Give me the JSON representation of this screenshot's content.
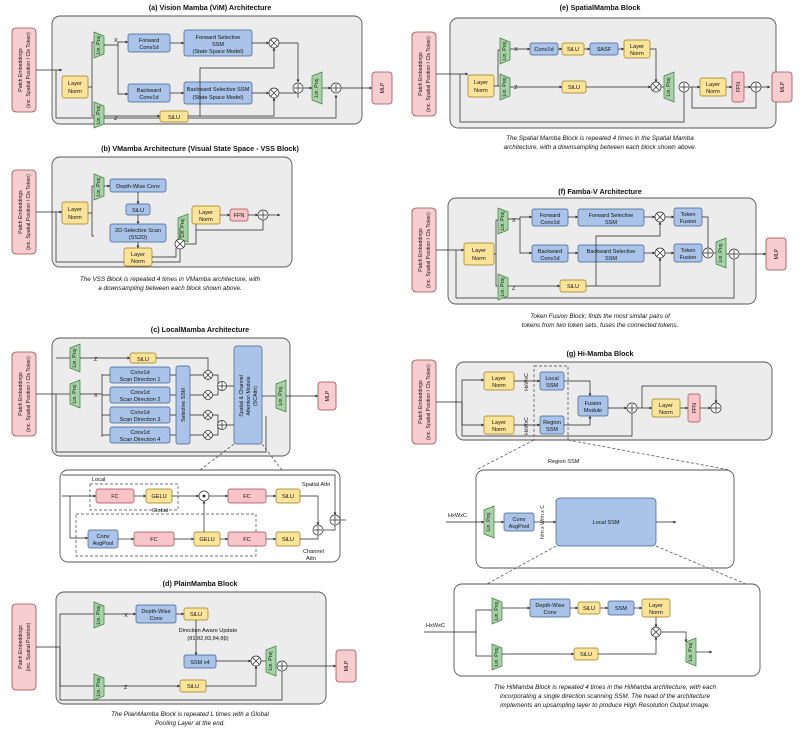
{
  "labels": {
    "embed": "Patch Embeddings",
    "embed_sub_cls": "(inc. Spatial Position / Cls Token)",
    "embed_sub": "(inc. Spatial Position)",
    "lin_proj": "Lin. Proj",
    "layer_norm": "Layer Norm",
    "layer": "Layer",
    "norm": "Norm",
    "silu": "SiLU",
    "mlp": "MLP",
    "ffn": "FFN",
    "x": "X",
    "z": "Z",
    "hxwxc": "HxWxC"
  },
  "a": {
    "title": "(a) Vision Mamba (ViM) Architecture",
    "fwd_conv": [
      "Forward",
      "Conv1d"
    ],
    "bwd_conv": [
      "Backward",
      "Conv1d"
    ],
    "fwd_ssm": [
      "Forward Selective",
      "SSM",
      "(State Space Model)"
    ],
    "bwd_ssm": [
      "Backward Selective SSM",
      "(State Space Model)"
    ]
  },
  "b": {
    "title": "(b) VMamba Architecture (Visual State Space - VSS Block)",
    "dwconv": "Depth-Wise Conv",
    "scan": [
      "2D-Selective Scan",
      "(SS2D)"
    ],
    "caption": [
      "The VSS Block is repeated 4 times in VMamba architecture, with",
      "a downsampling between each block shown above."
    ]
  },
  "c": {
    "title": "(c) LocalMamba Architecture",
    "conv": "Conv1d",
    "dirs": [
      "Scan Direction 1",
      "Scan Direction 2",
      "Scan Direction 3",
      "Scan Direction 4"
    ],
    "sel_ssm": "Selective SSM",
    "scattn": [
      "Spatial & Channel",
      "Attention Module",
      "(SCAttn)"
    ],
    "local": "Local",
    "global": "Global",
    "fc": "FC",
    "gelu": "GELU",
    "conv_avgpool": [
      "Conv",
      "AvgPool"
    ],
    "spatial_attn": "Spatial Attn",
    "channel_attn": [
      "Channel",
      "Attn"
    ]
  },
  "d": {
    "title": "(d) PlainMamba Block",
    "dwconv": [
      "Depth-Wise",
      "Conv"
    ],
    "dau": [
      "Direction Aware Update",
      "(θ1,θ2,θ3,θ4,θβ)"
    ],
    "ssm4": "SSM x4",
    "caption": [
      "The PlainMamba Block is repeated L times with a Global",
      "Pooling Layer  at the end."
    ]
  },
  "e": {
    "title": "(e) SpatialMamba Block",
    "conv": "Conv1d",
    "sasf": "SASF",
    "caption": [
      "The Spatial Mamba Block is repeated 4 times in the Spatial Mamba",
      "architecture, with a downsampling between each block shown above."
    ]
  },
  "f": {
    "title": "(f) Famba-V Architecture",
    "fwd_conv": [
      "Forward",
      "Conv1d"
    ],
    "bwd_conv": [
      "Backward",
      "Conv1d"
    ],
    "fwd_ssm": [
      "Forward Selective",
      "SSM"
    ],
    "bwd_ssm": [
      "Backward Selective",
      "SSM"
    ],
    "token_fusion": [
      "Token",
      "Fusion"
    ],
    "caption": [
      "Token Fusion Block; finds the most similar pairs of",
      "tokens from two token sets, fuses the connected tokens."
    ]
  },
  "g": {
    "title": "(g) Hi-Mamba Block",
    "local_ssm": [
      "Local",
      "SSM"
    ],
    "region_ssm": [
      "Region",
      "SSM"
    ],
    "fusion": [
      "Fusion",
      "Module"
    ],
    "region_ssm_label": "Region SSM",
    "conv_avgpool": [
      "Conv",
      "AvgPool"
    ],
    "whc": "h/m x W/m x C",
    "local_ssm_big": "Local SSM",
    "dwconv": [
      "Depth-Wise",
      "Conv"
    ],
    "ssm": "SSM",
    "caption": [
      "The HiMamba Block is repeated 4 times in the  HiMamba architecture, with each",
      "incorporating a single direction scanning SSM. The head of the architecture",
      "implements an upsampling layer to produce High Resolution Output Image."
    ]
  }
}
